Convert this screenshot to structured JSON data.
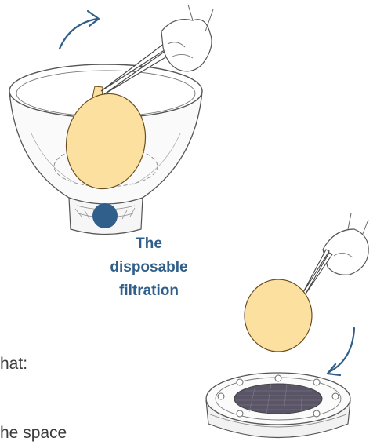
{
  "caption": {
    "line1": "The disposable",
    "line2": "filtration"
  },
  "partial_text": {
    "line1": "hat:",
    "line2": "he space"
  },
  "colors": {
    "accent": "#2f5f8a",
    "filter_paper": "#fbe0a0",
    "filter_outline": "#6b4e20",
    "membrane": "#5a5566",
    "line_art": "#555555",
    "text": "#3c3c3c"
  },
  "icons": {
    "funnel": "glass-funnel-illustration",
    "tweezers": "tweezers-hand-illustration",
    "filter_paper": "filter-paper-disc",
    "holder": "filter-holder-base",
    "arrow": "curved-arrow-icon"
  }
}
